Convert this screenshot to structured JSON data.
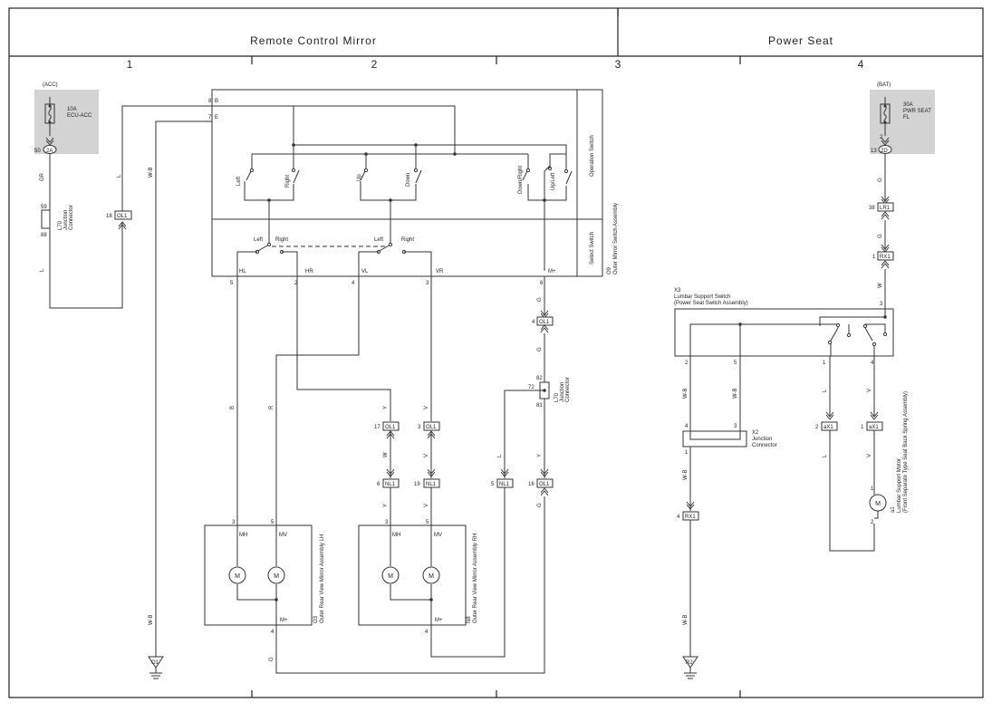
{
  "header": {
    "section_left": "Remote Control Mirror",
    "section_right": "Power Seat"
  },
  "columns": [
    "1",
    "2",
    "3",
    "4"
  ],
  "fuses": {
    "acc": {
      "supply": "(ACC)",
      "rating": "10A",
      "name": "ECU-ACC",
      "pin": "50",
      "connector": "2A"
    },
    "bat": {
      "supply": "(BAT)",
      "rating": "30A",
      "name_line1": "PWR SEAT",
      "name_line2": "FL",
      "pin_top": "2",
      "pin": "13",
      "connector": "2D"
    }
  },
  "wire_colors": {
    "gr": "GR",
    "l": "L",
    "wb": "W-B",
    "b": "B",
    "r": "R",
    "y": "Y",
    "v": "V",
    "w": "W",
    "g": "G"
  },
  "junction_l70": {
    "pin_top": "59",
    "pin_bottom": "88",
    "label_line1": "L70",
    "label_line2": "Junction",
    "label_line3": "Connector"
  },
  "junction_l70b": {
    "pin_top": "82",
    "pin_left": "72",
    "pin_bottom": "81",
    "label_line1": "L70",
    "label_line2": "Junction",
    "label_line3": "Connector"
  },
  "mirror_switch": {
    "pin_b": "8",
    "label_b": "B",
    "pin_e": "7",
    "label_e": "E",
    "op_switch": "Operation Switch",
    "select_switch": "Select Switch",
    "assembly_id": "O9",
    "assembly": "Outer Mirror Switch Assembly",
    "sw_left": "Left",
    "sw_right": "Right",
    "sw_up": "Up",
    "sw_down": "Down",
    "sw_downright": "Down/Right",
    "sw_upleft": "Up/Left",
    "sel_left1": "Left",
    "sel_right1": "Right",
    "sel_left2": "Left",
    "sel_right2": "Right",
    "term_hl": "HL",
    "term_hr": "HR",
    "term_vl": "VL",
    "term_vr": "VR",
    "term_mplus": "M+",
    "pin_hl": "5",
    "pin_hr": "2",
    "pin_vl": "4",
    "pin_vr": "3",
    "pin_mplus": "6"
  },
  "inline_connectors": {
    "ol1_a": {
      "pin": "18",
      "name": "OL1"
    },
    "ol1_b": {
      "pin": "4",
      "name": "OL1"
    },
    "ol1_c": {
      "pin": "17",
      "name": "OL1"
    },
    "ol1_d": {
      "pin": "3",
      "name": "OL1"
    },
    "nl1_a": {
      "pin": "6",
      "name": "NL1"
    },
    "nl1_b": {
      "pin": "19",
      "name": "NL1"
    },
    "nl1_c": {
      "pin": "5",
      "name": "NL1"
    },
    "ol1_e": {
      "pin": "16",
      "name": "OL1"
    },
    "lr1": {
      "pin": "38",
      "name": "LR1"
    },
    "rx1_a": {
      "pin": "1",
      "name": "RX1"
    },
    "rx1_b": {
      "pin": "4",
      "name": "RX1"
    },
    "ax1_a": {
      "pin": "2",
      "name": "aX1"
    },
    "ax1_b": {
      "pin": "1",
      "name": "aX1"
    }
  },
  "mirror_lh": {
    "pin_mh": "3",
    "pin_mv": "5",
    "term_mh": "MH",
    "term_mv": "MV",
    "motor": "M",
    "term_mplus": "M+",
    "pin_mplus": "4",
    "id": "O3",
    "name": "Outer Rear View Mirror Assembly LH"
  },
  "mirror_rh": {
    "pin_mh": "3",
    "pin_mv": "5",
    "term_mh": "MH",
    "term_mv": "MV",
    "motor": "M",
    "term_mplus": "M+",
    "pin_mplus": "4",
    "id": "N8",
    "name": "Outer Rear View Mirror Assembly RH"
  },
  "lumbar_switch": {
    "id": "X3",
    "name_line1": "Lumbar Support Switch",
    "name_line2": "(Power Seat Switch Assembly)",
    "pin_top": "3",
    "pin_2": "2",
    "pin_5": "5",
    "pin_1": "1",
    "pin_4": "4"
  },
  "junction_x2": {
    "id": "X2",
    "name_line1": "Junction",
    "name_line2": "Connector",
    "pin_4": "4",
    "pin_3": "3",
    "pin_1": "1"
  },
  "lumbar_motor": {
    "id": "a1",
    "name_line1": "Lumbar Support Motor",
    "name_line2": "(Front Separate Type Seat Back Spring Assembly)",
    "pin_top": "1",
    "pin_bottom": "2",
    "motor": "M"
  },
  "grounds": {
    "g1": "O1",
    "g2": "R2"
  }
}
